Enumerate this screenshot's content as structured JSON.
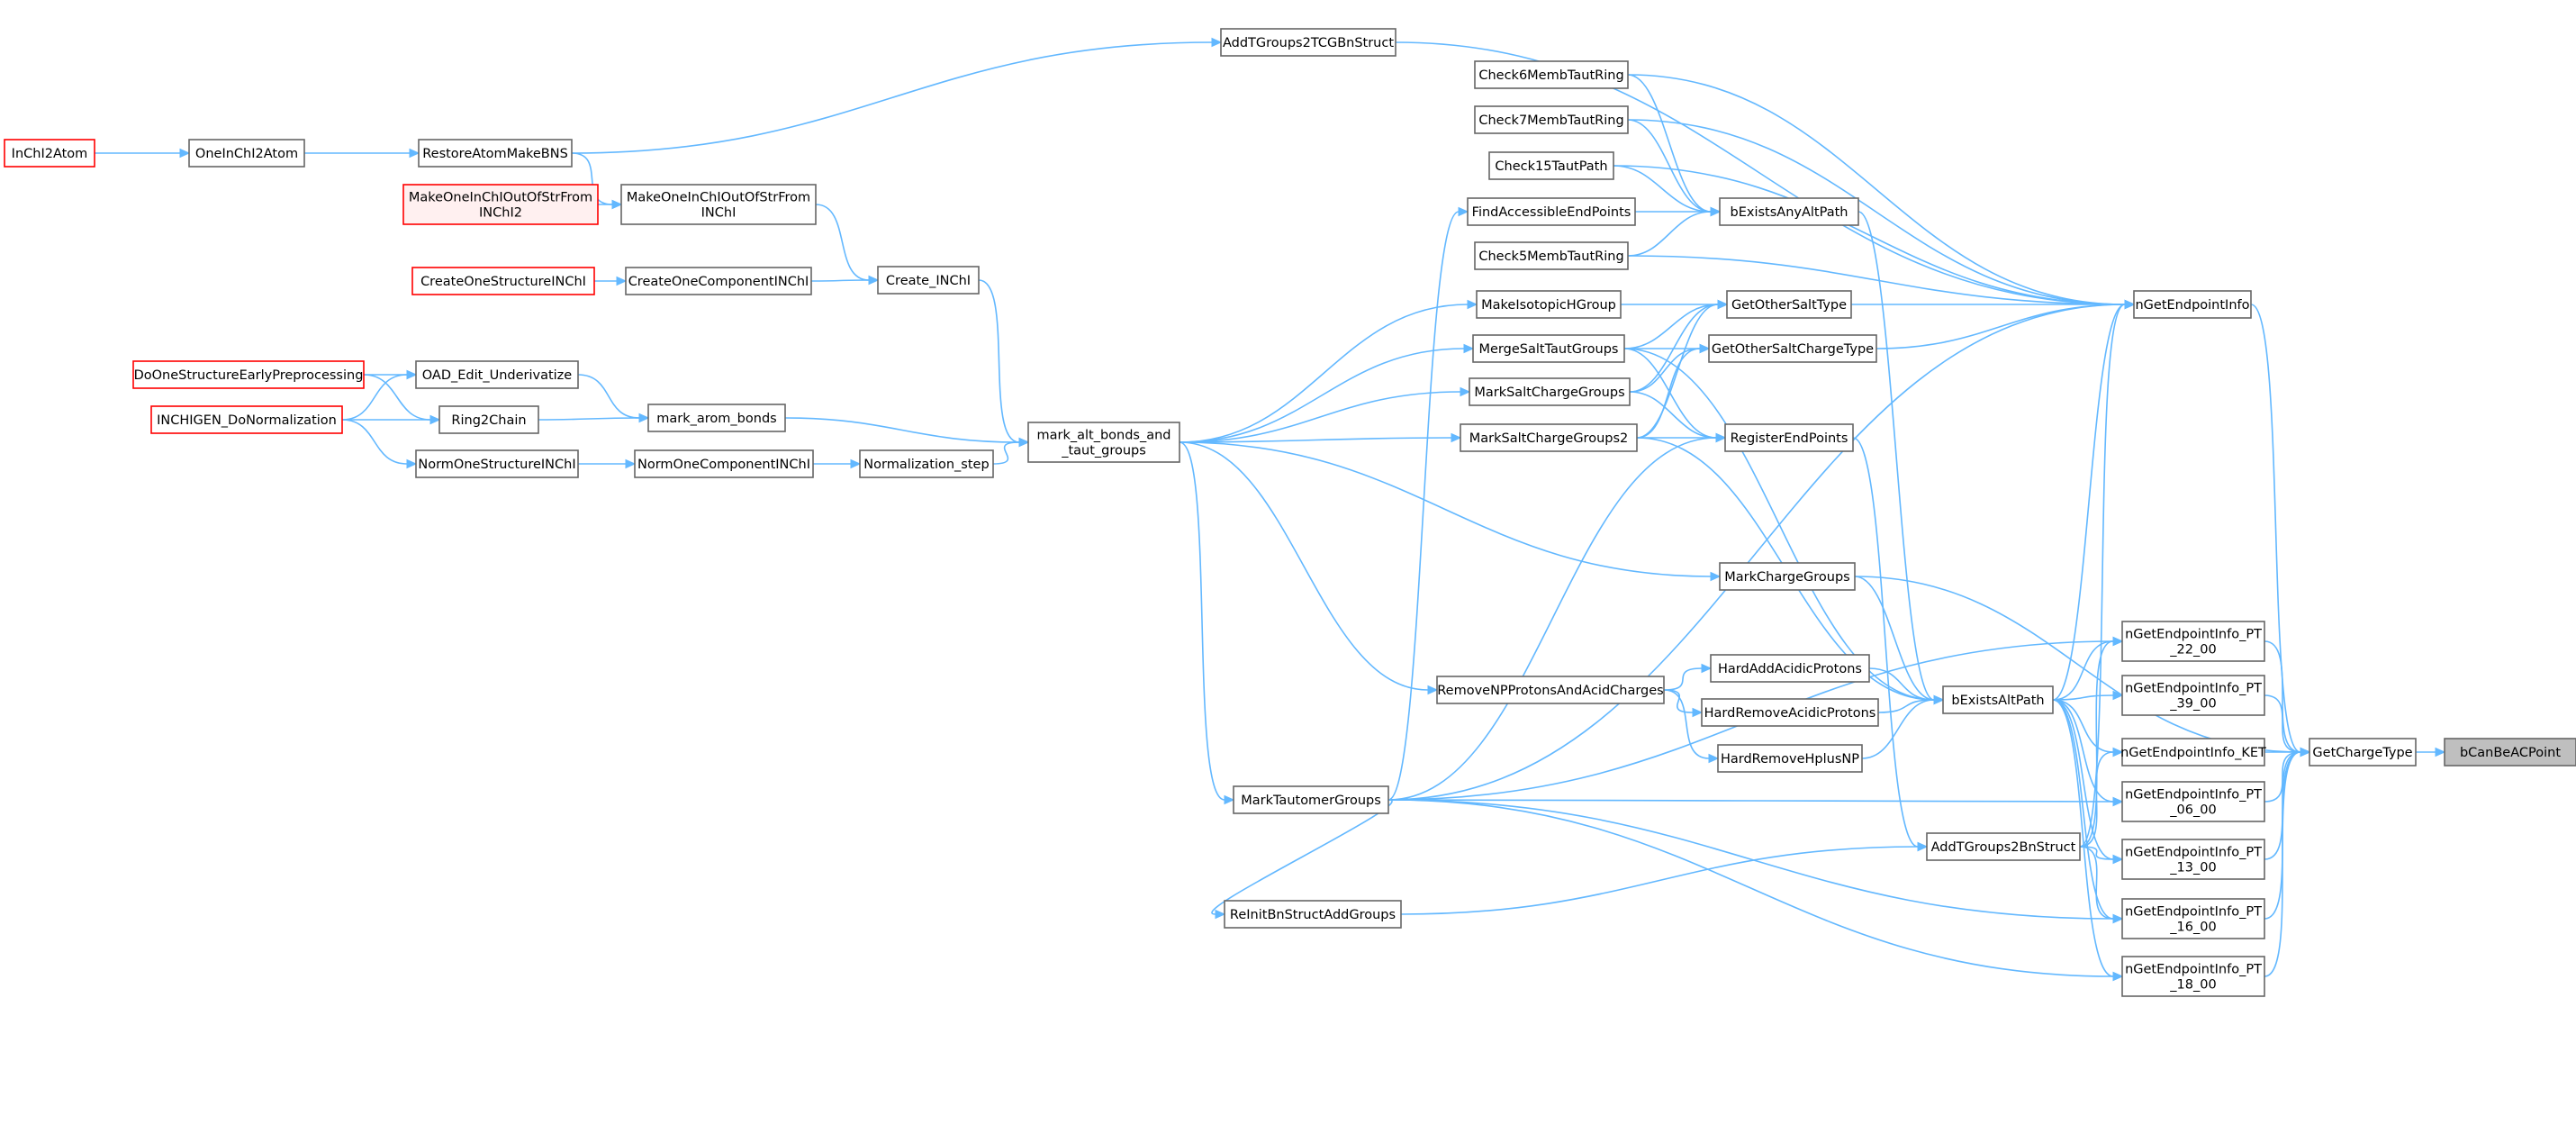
{
  "colors": {
    "edge": "#63b8ff",
    "border": "#666666",
    "border_red": "#ff0000",
    "focus_fill": "#bfbfbf",
    "pink_fill": "#fff0f0"
  },
  "nodes": [
    {
      "id": "bCanBeACPoint",
      "lines": [
        "bCanBeACPoint"
      ],
      "style": "gray"
    },
    {
      "id": "GetChargeType",
      "lines": [
        "GetChargeType"
      ]
    },
    {
      "id": "nGetEndpointInfo",
      "lines": [
        "nGetEndpointInfo"
      ]
    },
    {
      "id": "PT22",
      "lines": [
        "nGetEndpointInfo_PT",
        "_22_00"
      ]
    },
    {
      "id": "PT39",
      "lines": [
        "nGetEndpointInfo_PT",
        "_39_00"
      ]
    },
    {
      "id": "KET",
      "lines": [
        "nGetEndpointInfo_KET"
      ]
    },
    {
      "id": "PT06",
      "lines": [
        "nGetEndpointInfo_PT",
        "_06_00"
      ]
    },
    {
      "id": "PT13",
      "lines": [
        "nGetEndpointInfo_PT",
        "_13_00"
      ]
    },
    {
      "id": "PT16",
      "lines": [
        "nGetEndpointInfo_PT",
        "_16_00"
      ]
    },
    {
      "id": "PT18",
      "lines": [
        "nGetEndpointInfo_PT",
        "_18_00"
      ]
    },
    {
      "id": "AddTGroups2TCGBnStruct",
      "lines": [
        "AddTGroups2TCGBnStruct"
      ]
    },
    {
      "id": "Check6MembTautRing",
      "lines": [
        "Check6MembTautRing"
      ]
    },
    {
      "id": "Check7MembTautRing",
      "lines": [
        "Check7MembTautRing"
      ]
    },
    {
      "id": "Check15TautPath",
      "lines": [
        "Check15TautPath"
      ]
    },
    {
      "id": "FindAccessibleEndPoints",
      "lines": [
        "FindAccessibleEndPoints"
      ]
    },
    {
      "id": "bExistsAnyAltPath",
      "lines": [
        "bExistsAnyAltPath"
      ]
    },
    {
      "id": "Check5MembTautRing",
      "lines": [
        "Check5MembTautRing"
      ]
    },
    {
      "id": "MakeIsotopicHGroup",
      "lines": [
        "MakeIsotopicHGroup"
      ]
    },
    {
      "id": "GetOtherSaltType",
      "lines": [
        "GetOtherSaltType"
      ]
    },
    {
      "id": "MergeSaltTautGroups",
      "lines": [
        "MergeSaltTautGroups"
      ]
    },
    {
      "id": "GetOtherSaltChargeType",
      "lines": [
        "GetOtherSaltChargeType"
      ]
    },
    {
      "id": "MarkSaltChargeGroups",
      "lines": [
        "MarkSaltChargeGroups"
      ]
    },
    {
      "id": "MarkSaltChargeGroups2",
      "lines": [
        "MarkSaltChargeGroups2"
      ]
    },
    {
      "id": "RegisterEndPoints",
      "lines": [
        "RegisterEndPoints"
      ]
    },
    {
      "id": "MarkChargeGroups",
      "lines": [
        "MarkChargeGroups"
      ]
    },
    {
      "id": "HardAddAcidicProtons",
      "lines": [
        "HardAddAcidicProtons"
      ]
    },
    {
      "id": "RemoveNPProtonsAndAcidCharges",
      "lines": [
        "RemoveNPProtonsAndAcidCharges"
      ]
    },
    {
      "id": "HardRemoveAcidicProtons",
      "lines": [
        "HardRemoveAcidicProtons"
      ]
    },
    {
      "id": "bExistsAltPath",
      "lines": [
        "bExistsAltPath"
      ]
    },
    {
      "id": "HardRemoveHplusNP",
      "lines": [
        "HardRemoveHplusNP"
      ]
    },
    {
      "id": "MarkTautomerGroups",
      "lines": [
        "MarkTautomerGroups"
      ]
    },
    {
      "id": "AddTGroups2BnStruct",
      "lines": [
        "AddTGroups2BnStruct"
      ]
    },
    {
      "id": "ReInitBnStructAddGroups",
      "lines": [
        "ReInitBnStructAddGroups"
      ]
    },
    {
      "id": "mark_alt_bonds",
      "lines": [
        "mark_alt_bonds_and",
        "_taut_groups"
      ]
    },
    {
      "id": "Create_INChI",
      "lines": [
        "Create_INChI"
      ]
    },
    {
      "id": "MakeOneInChIOutOfStrFromINChI",
      "lines": [
        "MakeOneInChIOutOfStrFrom",
        "INChI"
      ]
    },
    {
      "id": "RestoreAtomMakeBNS",
      "lines": [
        "RestoreAtomMakeBNS"
      ]
    },
    {
      "id": "OneInChI2Atom",
      "lines": [
        "OneInChI2Atom"
      ]
    },
    {
      "id": "InChI2Atom",
      "lines": [
        "InChI2Atom"
      ],
      "style": "red"
    },
    {
      "id": "MakeOneInChIOutOfStrFromINChI2",
      "lines": [
        "MakeOneInChIOutOfStrFrom",
        "INChI2"
      ],
      "style": "pink"
    },
    {
      "id": "CreateOneComponentINChI",
      "lines": [
        "CreateOneComponentINChI"
      ]
    },
    {
      "id": "CreateOneStructureINChI",
      "lines": [
        "CreateOneStructureINChI"
      ],
      "style": "red"
    },
    {
      "id": "mark_arom_bonds",
      "lines": [
        "mark_arom_bonds"
      ]
    },
    {
      "id": "OAD_Edit_Underivatize",
      "lines": [
        "OAD_Edit_Underivatize"
      ]
    },
    {
      "id": "Ring2Chain",
      "lines": [
        "Ring2Chain"
      ]
    },
    {
      "id": "DoOneStructureEarlyPreprocessing",
      "lines": [
        "DoOneStructureEarlyPreprocessing"
      ],
      "style": "red"
    },
    {
      "id": "INCHIGEN_DoNormalization",
      "lines": [
        "INCHIGEN_DoNormalization"
      ],
      "style": "red"
    },
    {
      "id": "Normalization_step",
      "lines": [
        "Normalization_step"
      ]
    },
    {
      "id": "NormOneComponentINChI",
      "lines": [
        "NormOneComponentINChI"
      ]
    },
    {
      "id": "NormOneStructureINChI",
      "lines": [
        "NormOneStructureINChI"
      ]
    }
  ],
  "edges": [
    [
      "GetChargeType",
      "bCanBeACPoint"
    ],
    [
      "nGetEndpointInfo",
      "GetChargeType"
    ],
    [
      "PT22",
      "GetChargeType"
    ],
    [
      "PT39",
      "GetChargeType"
    ],
    [
      "KET",
      "GetChargeType"
    ],
    [
      "PT06",
      "GetChargeType"
    ],
    [
      "PT13",
      "GetChargeType"
    ],
    [
      "PT16",
      "GetChargeType"
    ],
    [
      "PT18",
      "GetChargeType"
    ],
    [
      "MarkChargeGroups",
      "GetChargeType"
    ],
    [
      "AddTGroups2TCGBnStruct",
      "nGetEndpointInfo"
    ],
    [
      "Check6MembTautRing",
      "nGetEndpointInfo"
    ],
    [
      "Check7MembTautRing",
      "nGetEndpointInfo"
    ],
    [
      "Check15TautPath",
      "nGetEndpointInfo"
    ],
    [
      "Check5MembTautRing",
      "nGetEndpointInfo"
    ],
    [
      "GetOtherSaltType",
      "nGetEndpointInfo"
    ],
    [
      "GetOtherSaltChargeType",
      "nGetEndpointInfo"
    ],
    [
      "bExistsAltPath",
      "nGetEndpointInfo"
    ],
    [
      "MarkTautomerGroups",
      "nGetEndpointInfo"
    ],
    [
      "AddTGroups2BnStruct",
      "nGetEndpointInfo"
    ],
    [
      "bExistsAltPath",
      "PT22"
    ],
    [
      "bExistsAltPath",
      "PT39"
    ],
    [
      "bExistsAltPath",
      "KET"
    ],
    [
      "bExistsAltPath",
      "PT06"
    ],
    [
      "bExistsAltPath",
      "PT13"
    ],
    [
      "bExistsAltPath",
      "PT16"
    ],
    [
      "bExistsAltPath",
      "PT18"
    ],
    [
      "MarkTautomerGroups",
      "PT22"
    ],
    [
      "MarkTautomerGroups",
      "PT06"
    ],
    [
      "MarkTautomerGroups",
      "PT16"
    ],
    [
      "MarkTautomerGroups",
      "PT18"
    ],
    [
      "AddTGroups2BnStruct",
      "PT22"
    ],
    [
      "AddTGroups2BnStruct",
      "KET"
    ],
    [
      "AddTGroups2BnStruct",
      "PT13"
    ],
    [
      "AddTGroups2BnStruct",
      "PT16"
    ],
    [
      "RestoreAtomMakeBNS",
      "AddTGroups2TCGBnStruct"
    ],
    [
      "Check6MembTautRing",
      "bExistsAnyAltPath"
    ],
    [
      "Check7MembTautRing",
      "bExistsAnyAltPath"
    ],
    [
      "Check15TautPath",
      "bExistsAnyAltPath"
    ],
    [
      "FindAccessibleEndPoints",
      "bExistsAnyAltPath"
    ],
    [
      "Check5MembTautRing",
      "bExistsAnyAltPath"
    ],
    [
      "bExistsAnyAltPath",
      "bExistsAltPath"
    ],
    [
      "MakeIsotopicHGroup",
      "GetOtherSaltType"
    ],
    [
      "MergeSaltTautGroups",
      "GetOtherSaltType"
    ],
    [
      "MarkSaltChargeGroups",
      "GetOtherSaltType"
    ],
    [
      "MarkSaltChargeGroups2",
      "GetOtherSaltType"
    ],
    [
      "MergeSaltTautGroups",
      "GetOtherSaltChargeType"
    ],
    [
      "MarkSaltChargeGroups",
      "GetOtherSaltChargeType"
    ],
    [
      "MarkSaltChargeGroups2",
      "GetOtherSaltChargeType"
    ],
    [
      "MergeSaltTautGroups",
      "RegisterEndPoints"
    ],
    [
      "MarkSaltChargeGroups",
      "RegisterEndPoints"
    ],
    [
      "MarkSaltChargeGroups2",
      "RegisterEndPoints"
    ],
    [
      "MergeSaltTautGroups",
      "bExistsAltPath"
    ],
    [
      "MarkSaltChargeGroups2",
      "bExistsAltPath"
    ],
    [
      "MarkChargeGroups",
      "bExistsAltPath"
    ],
    [
      "HardAddAcidicProtons",
      "bExistsAltPath"
    ],
    [
      "HardRemoveAcidicProtons",
      "bExistsAltPath"
    ],
    [
      "HardRemoveHplusNP",
      "bExistsAltPath"
    ],
    [
      "RegisterEndPoints",
      "AddTGroups2BnStruct"
    ],
    [
      "MarkTautomerGroups",
      "RegisterEndPoints"
    ],
    [
      "RemoveNPProtonsAndAcidCharges",
      "HardAddAcidicProtons"
    ],
    [
      "RemoveNPProtonsAndAcidCharges",
      "HardRemoveAcidicProtons"
    ],
    [
      "RemoveNPProtonsAndAcidCharges",
      "HardRemoveHplusNP"
    ],
    [
      "ReInitBnStructAddGroups",
      "AddTGroups2BnStruct"
    ],
    [
      "MarkTautomerGroups",
      "FindAccessibleEndPoints"
    ],
    [
      "MarkTautomerGroups",
      "ReInitBnStructAddGroups"
    ],
    [
      "mark_alt_bonds",
      "MakeIsotopicHGroup"
    ],
    [
      "mark_alt_bonds",
      "MergeSaltTautGroups"
    ],
    [
      "mark_alt_bonds",
      "MarkSaltChargeGroups"
    ],
    [
      "mark_alt_bonds",
      "MarkSaltChargeGroups2"
    ],
    [
      "mark_alt_bonds",
      "MarkChargeGroups"
    ],
    [
      "mark_alt_bonds",
      "RemoveNPProtonsAndAcidCharges"
    ],
    [
      "mark_alt_bonds",
      "MarkTautomerGroups"
    ],
    [
      "Create_INChI",
      "mark_alt_bonds"
    ],
    [
      "mark_arom_bonds",
      "mark_alt_bonds"
    ],
    [
      "Normalization_step",
      "mark_alt_bonds"
    ],
    [
      "RestoreAtomMakeBNS",
      "MakeOneInChIOutOfStrFromINChI"
    ],
    [
      "MakeOneInChIOutOfStrFromINChI",
      "Create_INChI"
    ],
    [
      "CreateOneComponentINChI",
      "Create_INChI"
    ],
    [
      "OneInChI2Atom",
      "RestoreAtomMakeBNS"
    ],
    [
      "InChI2Atom",
      "OneInChI2Atom"
    ],
    [
      "MakeOneInChIOutOfStrFromINChI2",
      "MakeOneInChIOutOfStrFromINChI"
    ],
    [
      "CreateOneStructureINChI",
      "CreateOneComponentINChI"
    ],
    [
      "OAD_Edit_Underivatize",
      "mark_arom_bonds"
    ],
    [
      "Ring2Chain",
      "mark_arom_bonds"
    ],
    [
      "DoOneStructureEarlyPreprocessing",
      "OAD_Edit_Underivatize"
    ],
    [
      "DoOneStructureEarlyPreprocessing",
      "Ring2Chain"
    ],
    [
      "INCHIGEN_DoNormalization",
      "OAD_Edit_Underivatize"
    ],
    [
      "INCHIGEN_DoNormalization",
      "Ring2Chain"
    ],
    [
      "INCHIGEN_DoNormalization",
      "NormOneStructureINChI"
    ],
    [
      "NormOneStructureINChI",
      "NormOneComponentINChI"
    ],
    [
      "NormOneComponentINChI",
      "Normalization_step"
    ]
  ]
}
